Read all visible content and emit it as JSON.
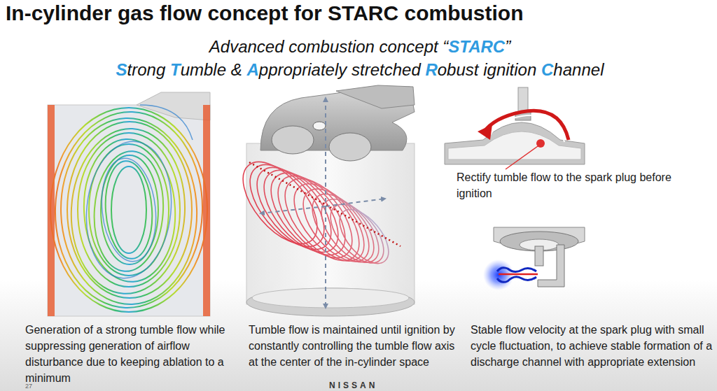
{
  "diagram": {
    "title": "In-cylinder gas flow concept for STARC combustion",
    "labels": [
      "Advanced combustion concept “STARC”",
      "Strong Tumble & Appropriately stretched Robust ignition Channel",
      "Generation of a strong tumble flow while suppressing generation of airflow disturbance due to keeping ablation to a minimum",
      "Tumble flow is maintained until ignition by constantly controlling the tumble flow axis at the center of the in-cylinder space",
      "Rectify tumble flow to the spark plug before ignition",
      "Stable flow velocity at the spark plug with small cycle fluctuation, to achieve stable formation of a discharge channel with appropriate extension",
      "27",
      "NISSAN"
    ]
  }
}
